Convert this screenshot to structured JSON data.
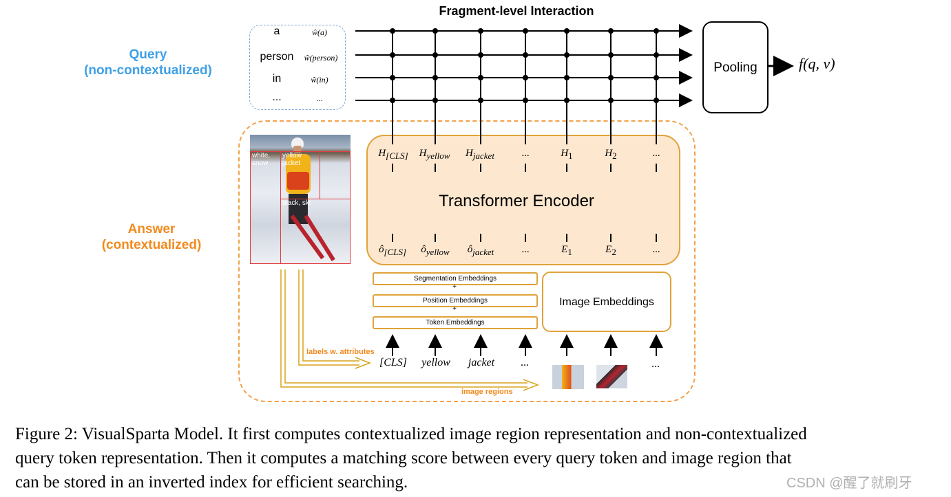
{
  "title": "Fragment-level Interaction",
  "query_label": [
    "Query",
    "(non-contextualized)"
  ],
  "answer_label": [
    "Answer",
    "(contextualized)"
  ],
  "query_rows": [
    {
      "token": "a",
      "weight": "ŵ(a)"
    },
    {
      "token": "person",
      "weight": "ŵ(person)"
    },
    {
      "token": "in",
      "weight": "ŵ(in)"
    },
    {
      "token": "...",
      "weight": "..."
    }
  ],
  "pooling": "Pooling",
  "output": "f(q, v)",
  "encoder": "Transformer Encoder",
  "hidden": [
    {
      "base": "H",
      "sub": "[CLS]"
    },
    {
      "base": "H",
      "sub": "yellow"
    },
    {
      "base": "H",
      "sub": "jacket"
    },
    {
      "base": "...",
      "sub": ""
    },
    {
      "base": "H",
      "sub": "1"
    },
    {
      "base": "H",
      "sub": "2"
    },
    {
      "base": "...",
      "sub": ""
    }
  ],
  "inputs_enc": [
    {
      "base": "ô",
      "sub": "[CLS]"
    },
    {
      "base": "ô",
      "sub": "yellow"
    },
    {
      "base": "ô",
      "sub": "jacket"
    },
    {
      "base": "...",
      "sub": ""
    },
    {
      "base": "E",
      "sub": "1"
    },
    {
      "base": "E",
      "sub": "2"
    },
    {
      "base": "...",
      "sub": ""
    }
  ],
  "embeddings": [
    "Segmentation Embeddings",
    "+",
    "Position Embeddings",
    "+",
    "Token Embeddings"
  ],
  "image_embeddings": "Image Embeddings",
  "tokens": [
    "[CLS]",
    "yellow",
    "jacket",
    "..."
  ],
  "tokens_tail": "...",
  "region_labels": [
    "white, snow",
    "yellow jacket",
    "black, ski"
  ],
  "arrow_labels": {
    "labels": "labels w. attributes",
    "regions": "image regions"
  },
  "caption": [
    "Figure 2: VisualSparta Model. It first computes contextualized image region representation and non-contextualized",
    "query token representation. Then it computes a matching score between every query token and image region that",
    "can be stored in an inverted index for efficient searching."
  ],
  "watermark": "CSDN @醒了就刷牙",
  "colors": {
    "query": "#3fa0e6",
    "answer": "#f28a1e",
    "encoder_fill": "#fde7cf",
    "encoder_border": "#e0a33a",
    "arrow": "#d9a21b"
  }
}
